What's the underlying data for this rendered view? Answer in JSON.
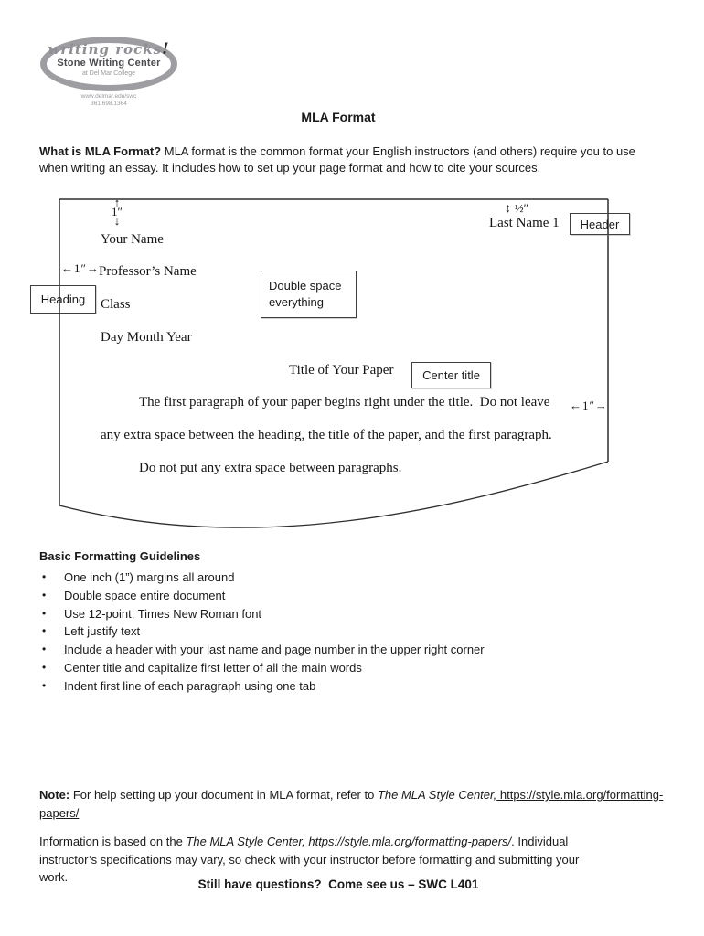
{
  "logo": {
    "script": "writing rocks",
    "bang": "!",
    "name": "Stone Writing Center",
    "tagline": "at Del Mar College",
    "website": "www.delmar.edu/swc",
    "phone": "361.698.1364"
  },
  "page_title": "MLA Format",
  "intro": {
    "lead": "What is MLA Format?",
    "body": " MLA format is the common format your English instructors (and others) require you to use when writing an essay. It includes how to set up your page format and how to cite your sources."
  },
  "diagram": {
    "arrows": {
      "up": "↑",
      "down": "↓",
      "updown": "↕",
      "left": "←",
      "right": "→"
    },
    "margin_top": "1″",
    "margin_half": "½″",
    "margin_left": "1″",
    "margin_right": "1″",
    "last_name": "Last Name 1",
    "header_label": "Header",
    "your_name": "Your Name",
    "professor_name": "Professor’s Name",
    "heading_label": "Heading",
    "class_line": "Class",
    "date_line": "Day Month Year",
    "double_space_label": "Double space everything",
    "paper_title": "Title of Your Paper",
    "center_title_label": "Center title",
    "para1_line1": "The first paragraph of your paper begins right under the title.  Do not leave",
    "para1_line2": "any extra space between the heading, the title of the paper, and the first paragraph.",
    "para2": "Do not put any extra space between paragraphs."
  },
  "guidelines": {
    "heading": "Basic Formatting Guidelines",
    "bullet": "•",
    "items": [
      "One inch (1”) margins all around",
      "Double space entire document",
      "Use 12-point, Times New Roman font",
      "Left justify text",
      "Include a header with your last name and page number in the upper right corner",
      "Center title and capitalize first letter of all the main words",
      "Indent first line of each paragraph using one tab"
    ]
  },
  "note": {
    "label": "Note:",
    "body": " For help setting up your document in MLA format, refer to ",
    "source": "The MLA Style Center,",
    "link": " https://style.mla.org/formatting-papers/"
  },
  "info": {
    "lead": "Information is based on the ",
    "italic": "The MLA Style Center, https://style.mla.org/formatting-papers/",
    "rest": ". Individual instructor’s specifications may vary, so check with your instructor before formatting and submitting your work."
  },
  "footer": "Still have questions?  Come see us – SWC L401"
}
